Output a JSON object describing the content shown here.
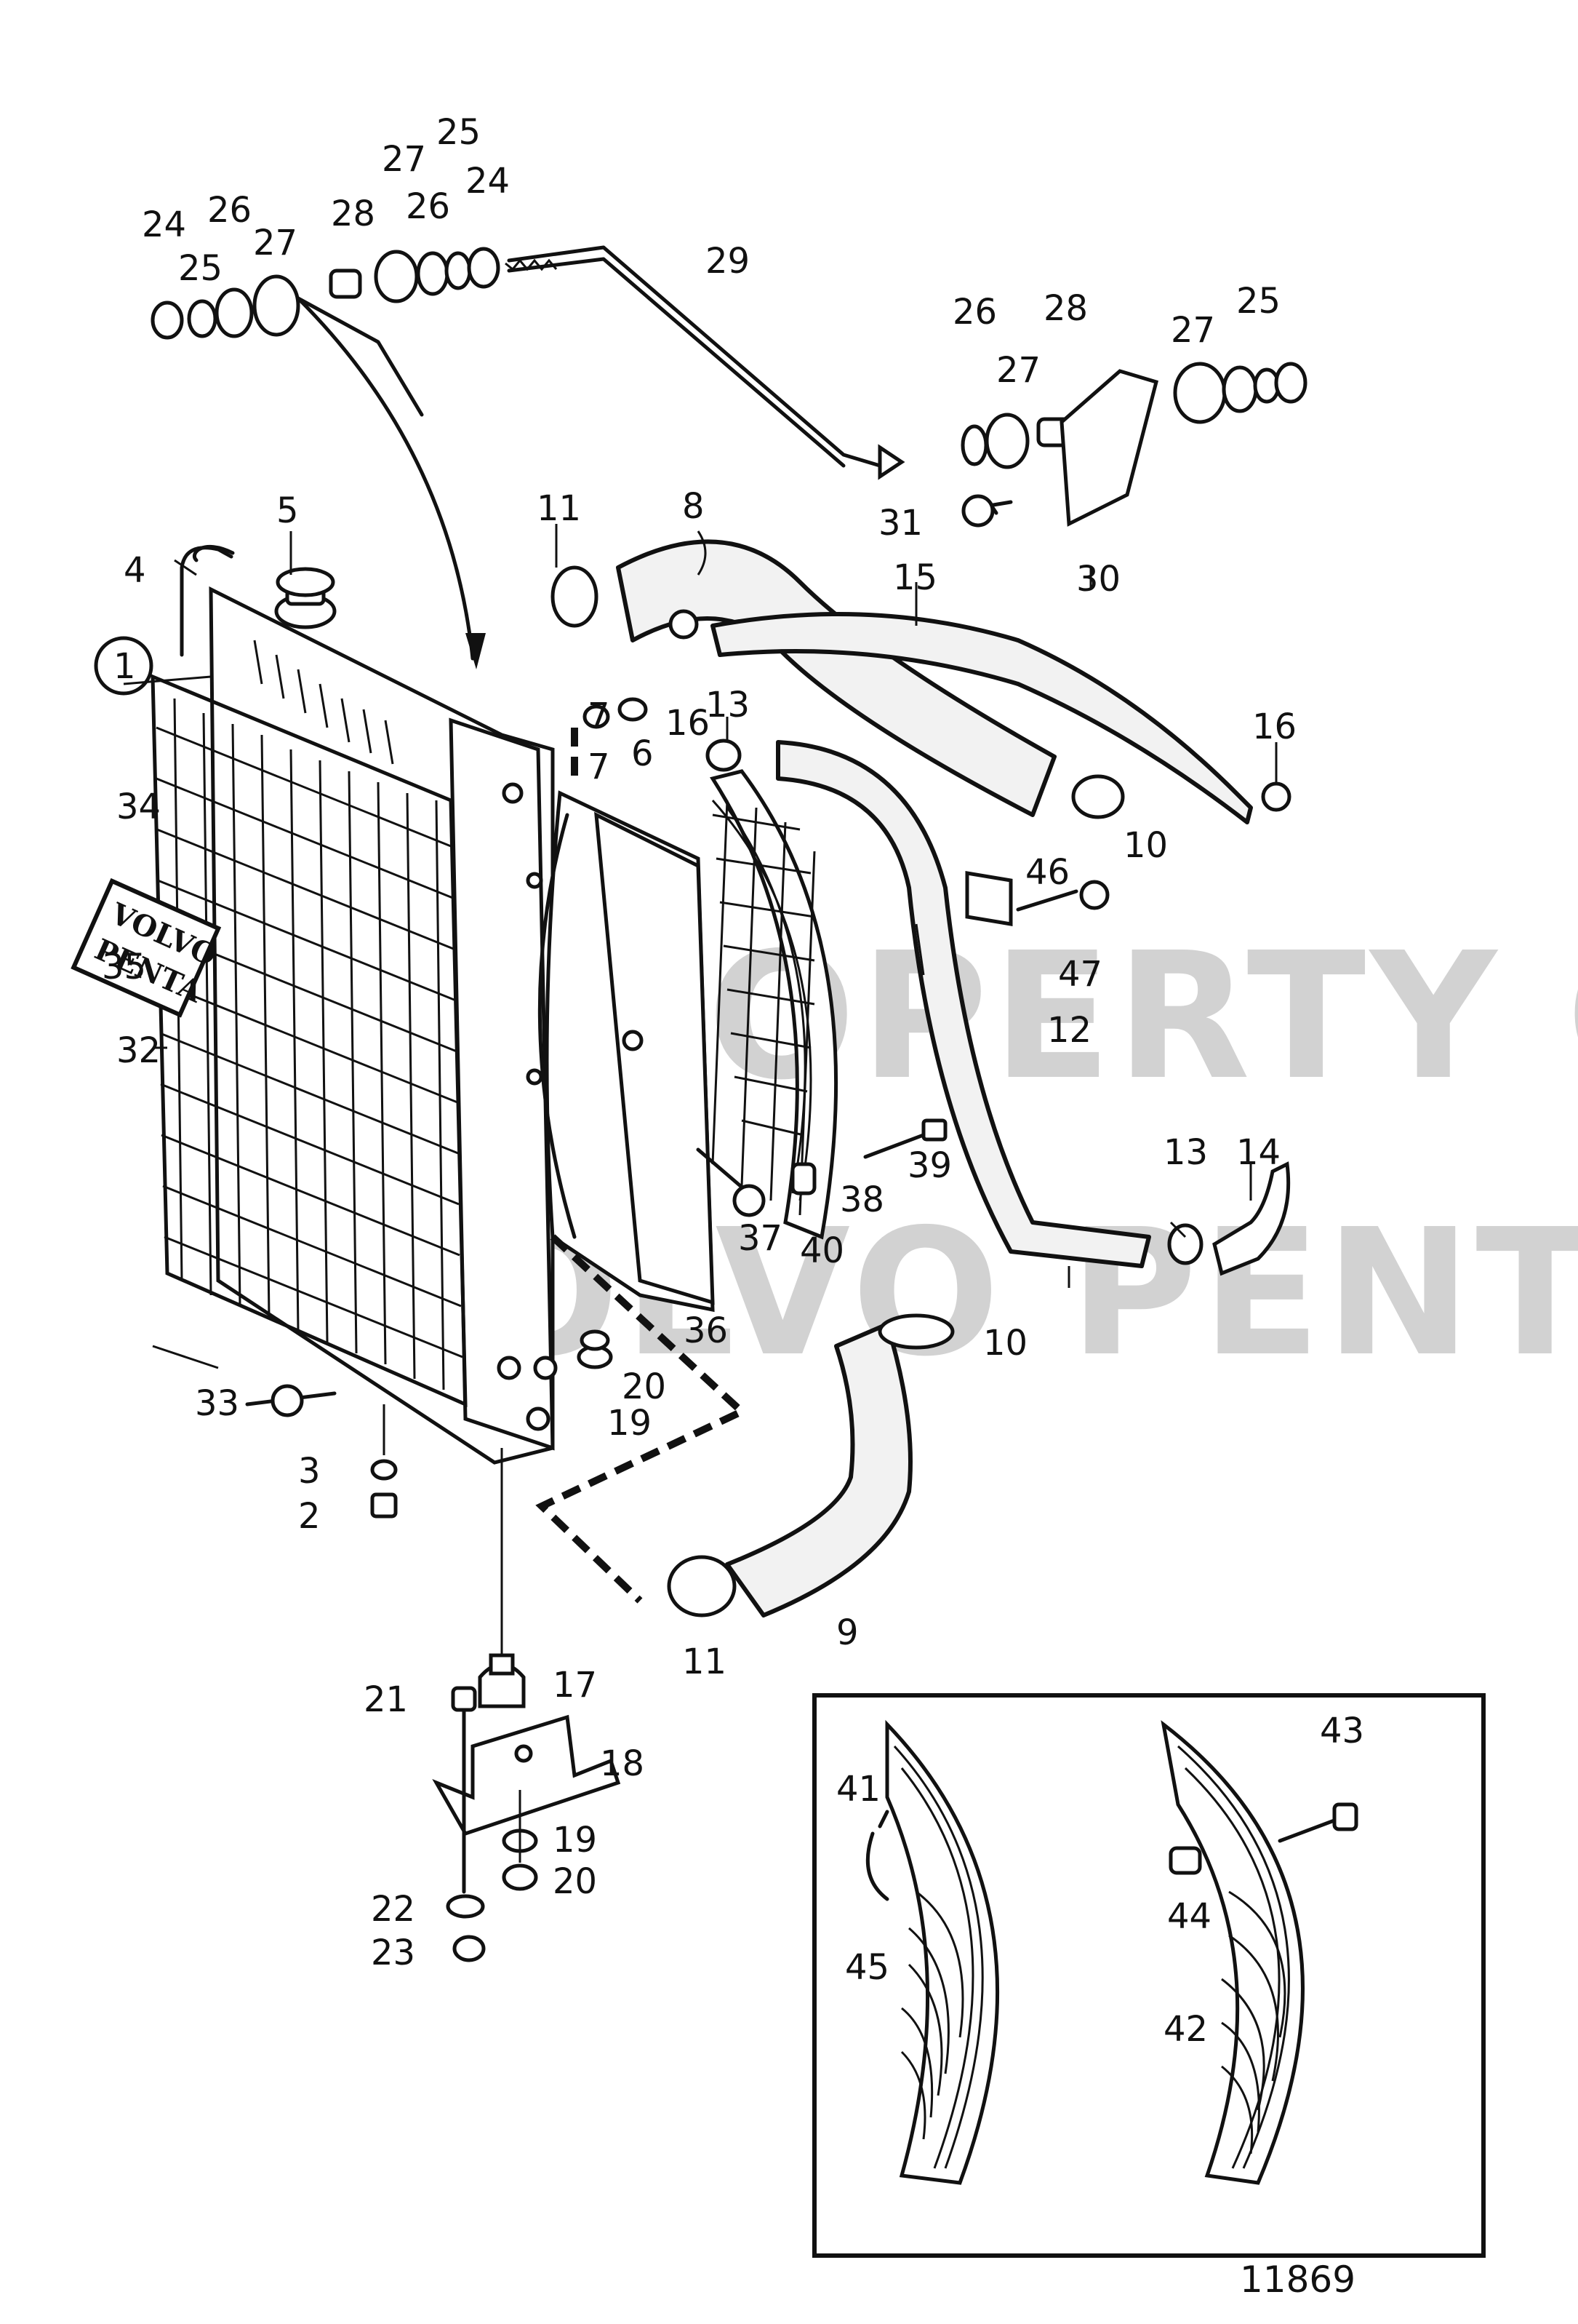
{
  "watermark": {
    "line1": "PROPERTY OF",
    "line2": "VOLVO PENTA"
  },
  "badge": {
    "line1": "VOLVO",
    "line2": "PENTA"
  },
  "figure_number": "11869",
  "callouts": [
    "1",
    "2",
    "3",
    "4",
    "5",
    "6",
    "7",
    "7",
    "8",
    "9",
    "10",
    "10",
    "11",
    "11",
    "12",
    "13",
    "13",
    "14",
    "15",
    "16",
    "16",
    "17",
    "18",
    "19",
    "19",
    "20",
    "20",
    "21",
    "22",
    "23",
    "24",
    "24",
    "25",
    "25",
    "25",
    "26",
    "26",
    "26",
    "27",
    "27",
    "27",
    "27",
    "28",
    "28",
    "29",
    "30",
    "31",
    "32",
    "33",
    "34",
    "35",
    "36",
    "37",
    "38",
    "39",
    "40",
    "41",
    "42",
    "43",
    "44",
    "45",
    "46",
    "47"
  ]
}
